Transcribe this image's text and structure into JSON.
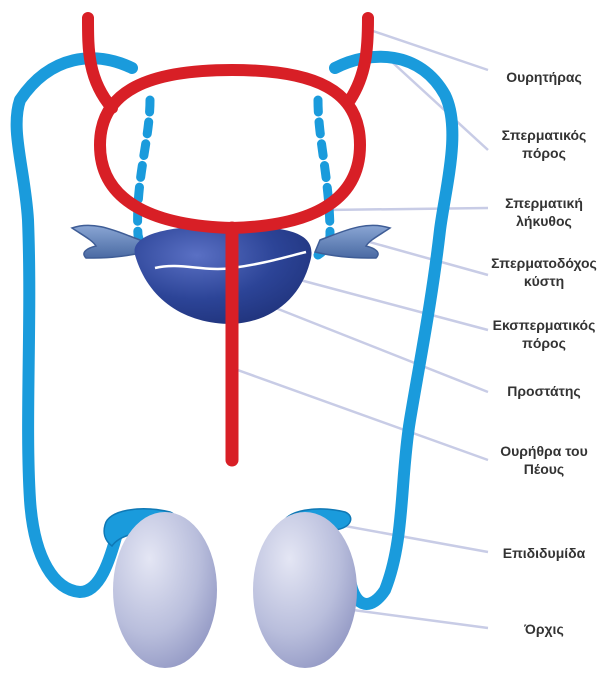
{
  "colors": {
    "urethra_red": "#d81f26",
    "urethra_red_dark": "#b5161c",
    "duct_blue": "#1a9bdc",
    "duct_blue_dark": "#0f78b5",
    "prostate_navy": "#233a8c",
    "prostate_highlight": "#4d64b8",
    "vesicle_blue": "#5d7fb5",
    "testis_lavender": "#b9bedc",
    "leader_line": "#c8cce6",
    "label_text": "#333333"
  },
  "labels": {
    "ureter": "Ουρητήρας",
    "vas_deferens_1": "Σπερματικός",
    "vas_deferens_2": "πόρος",
    "ampulla_1": "Σπερματική",
    "ampulla_2": "λήκυθος",
    "seminal_vesicle_1": "Σπερματοδόχος",
    "seminal_vesicle_2": "κύστη",
    "ejaculatory_duct_1": "Εκσπερματικός",
    "ejaculatory_duct_2": "πόρος",
    "prostate": "Προστάτης",
    "penile_urethra_1": "Ουρήθρα του",
    "penile_urethra_2": "Πέους",
    "epididymis": "Επιδιδυμίδα",
    "testis": "Όρχις"
  }
}
